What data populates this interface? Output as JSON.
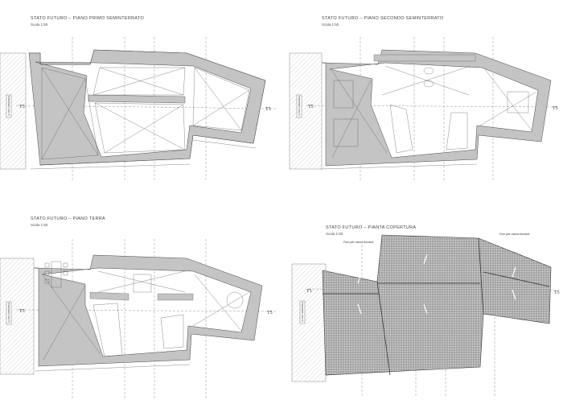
{
  "sheet": {
    "colors": {
      "wall": "#bdbdbd",
      "line": "#444444",
      "roof": "#8c8c8c",
      "hatch": "#c8c8c8"
    },
    "plans": [
      {
        "id": "primo-seminterrato",
        "title": "STATO FUTURO  –  PIANO PRIMO SEMINTERRATO",
        "scale": "Scala  1:50",
        "side_label": "ALTRO IMMOBILE",
        "section_left": "T5",
        "section_right": "T5"
      },
      {
        "id": "secondo-seminterrato",
        "title": "STATO FUTURO  –  PIANO SECONDO SEMINTERRATO",
        "scale": "Scala  1:50",
        "side_label": "ALTRO IMMOBILE",
        "section_left": "T5",
        "section_right": "T5"
      },
      {
        "id": "terra",
        "title": "STATO FUTURO  –  PIANO TERRA",
        "scale": "Scala  1:50",
        "side_label": "ALTRO IMMOBILE",
        "section_left": "T5",
        "section_right": "T5"
      },
      {
        "id": "copertura",
        "title": "STATO FUTURO  –  PIANTA COPERTURA",
        "scale": "Scala  1:50",
        "side_label": "ALTRO IMMOBILE",
        "section_left": "T5",
        "section_right": "T5",
        "notes": [
          "Foro per canna fumaria",
          "Foro per canna fumaria"
        ]
      }
    ]
  }
}
